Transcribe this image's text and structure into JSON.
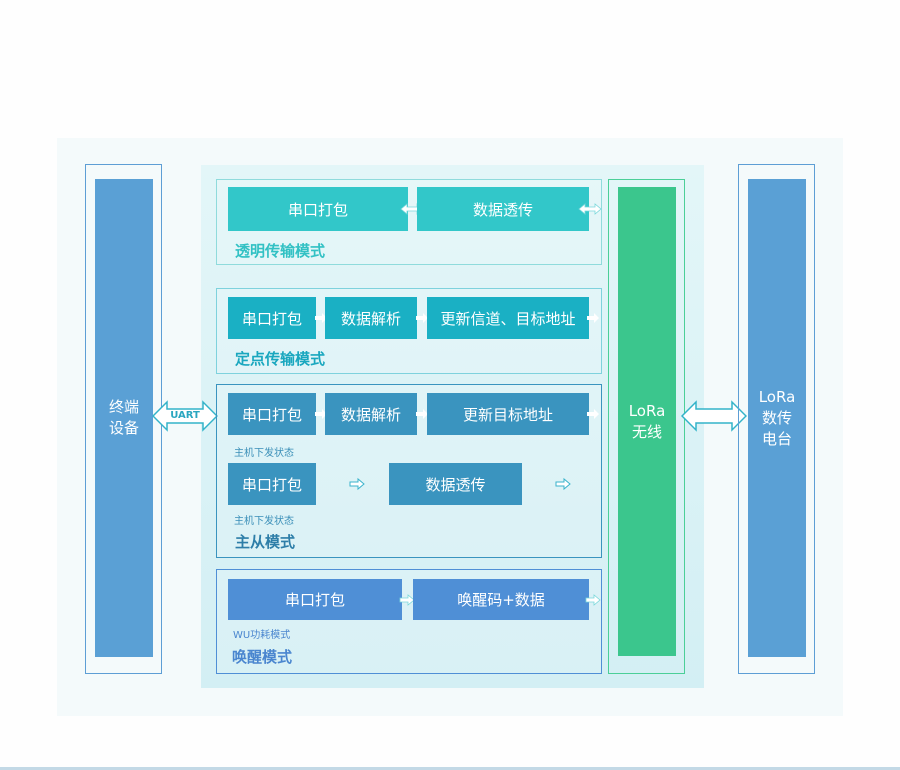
{
  "colors": {
    "teal": "#32c7c9",
    "teal_dark": "#1ab0c4",
    "steel_blue": "#3a94bf",
    "blue": "#4f8fd6",
    "green": "#3bc68d",
    "device_blue": "#5aa0d5"
  },
  "left": {
    "label_line1": "终端",
    "label_line2": "设备",
    "link_label": "UART"
  },
  "right": {
    "lora_label_line1": "LoRa",
    "lora_label_line2": "无线",
    "radio_line1": "LoRa",
    "radio_line2": "数传",
    "radio_line3": "电台"
  },
  "modes": [
    {
      "title": "透明传输模式",
      "boxes": [
        "串口打包",
        "数据透传"
      ]
    },
    {
      "title": "定点传输模式",
      "boxes": [
        "串口打包",
        "数据解析",
        "更新信道、目标地址"
      ]
    },
    {
      "title": "主从模式",
      "rows": [
        {
          "boxes": [
            "串口打包",
            "数据解析",
            "更新目标地址"
          ],
          "caption": "主机下发状态"
        },
        {
          "boxes": [
            "串口打包",
            "数据透传"
          ],
          "caption": "主机下发状态"
        }
      ]
    },
    {
      "title": "唤醒模式",
      "boxes": [
        "串口打包",
        "唤醒码+数据"
      ],
      "caption": "WU功耗模式"
    }
  ]
}
